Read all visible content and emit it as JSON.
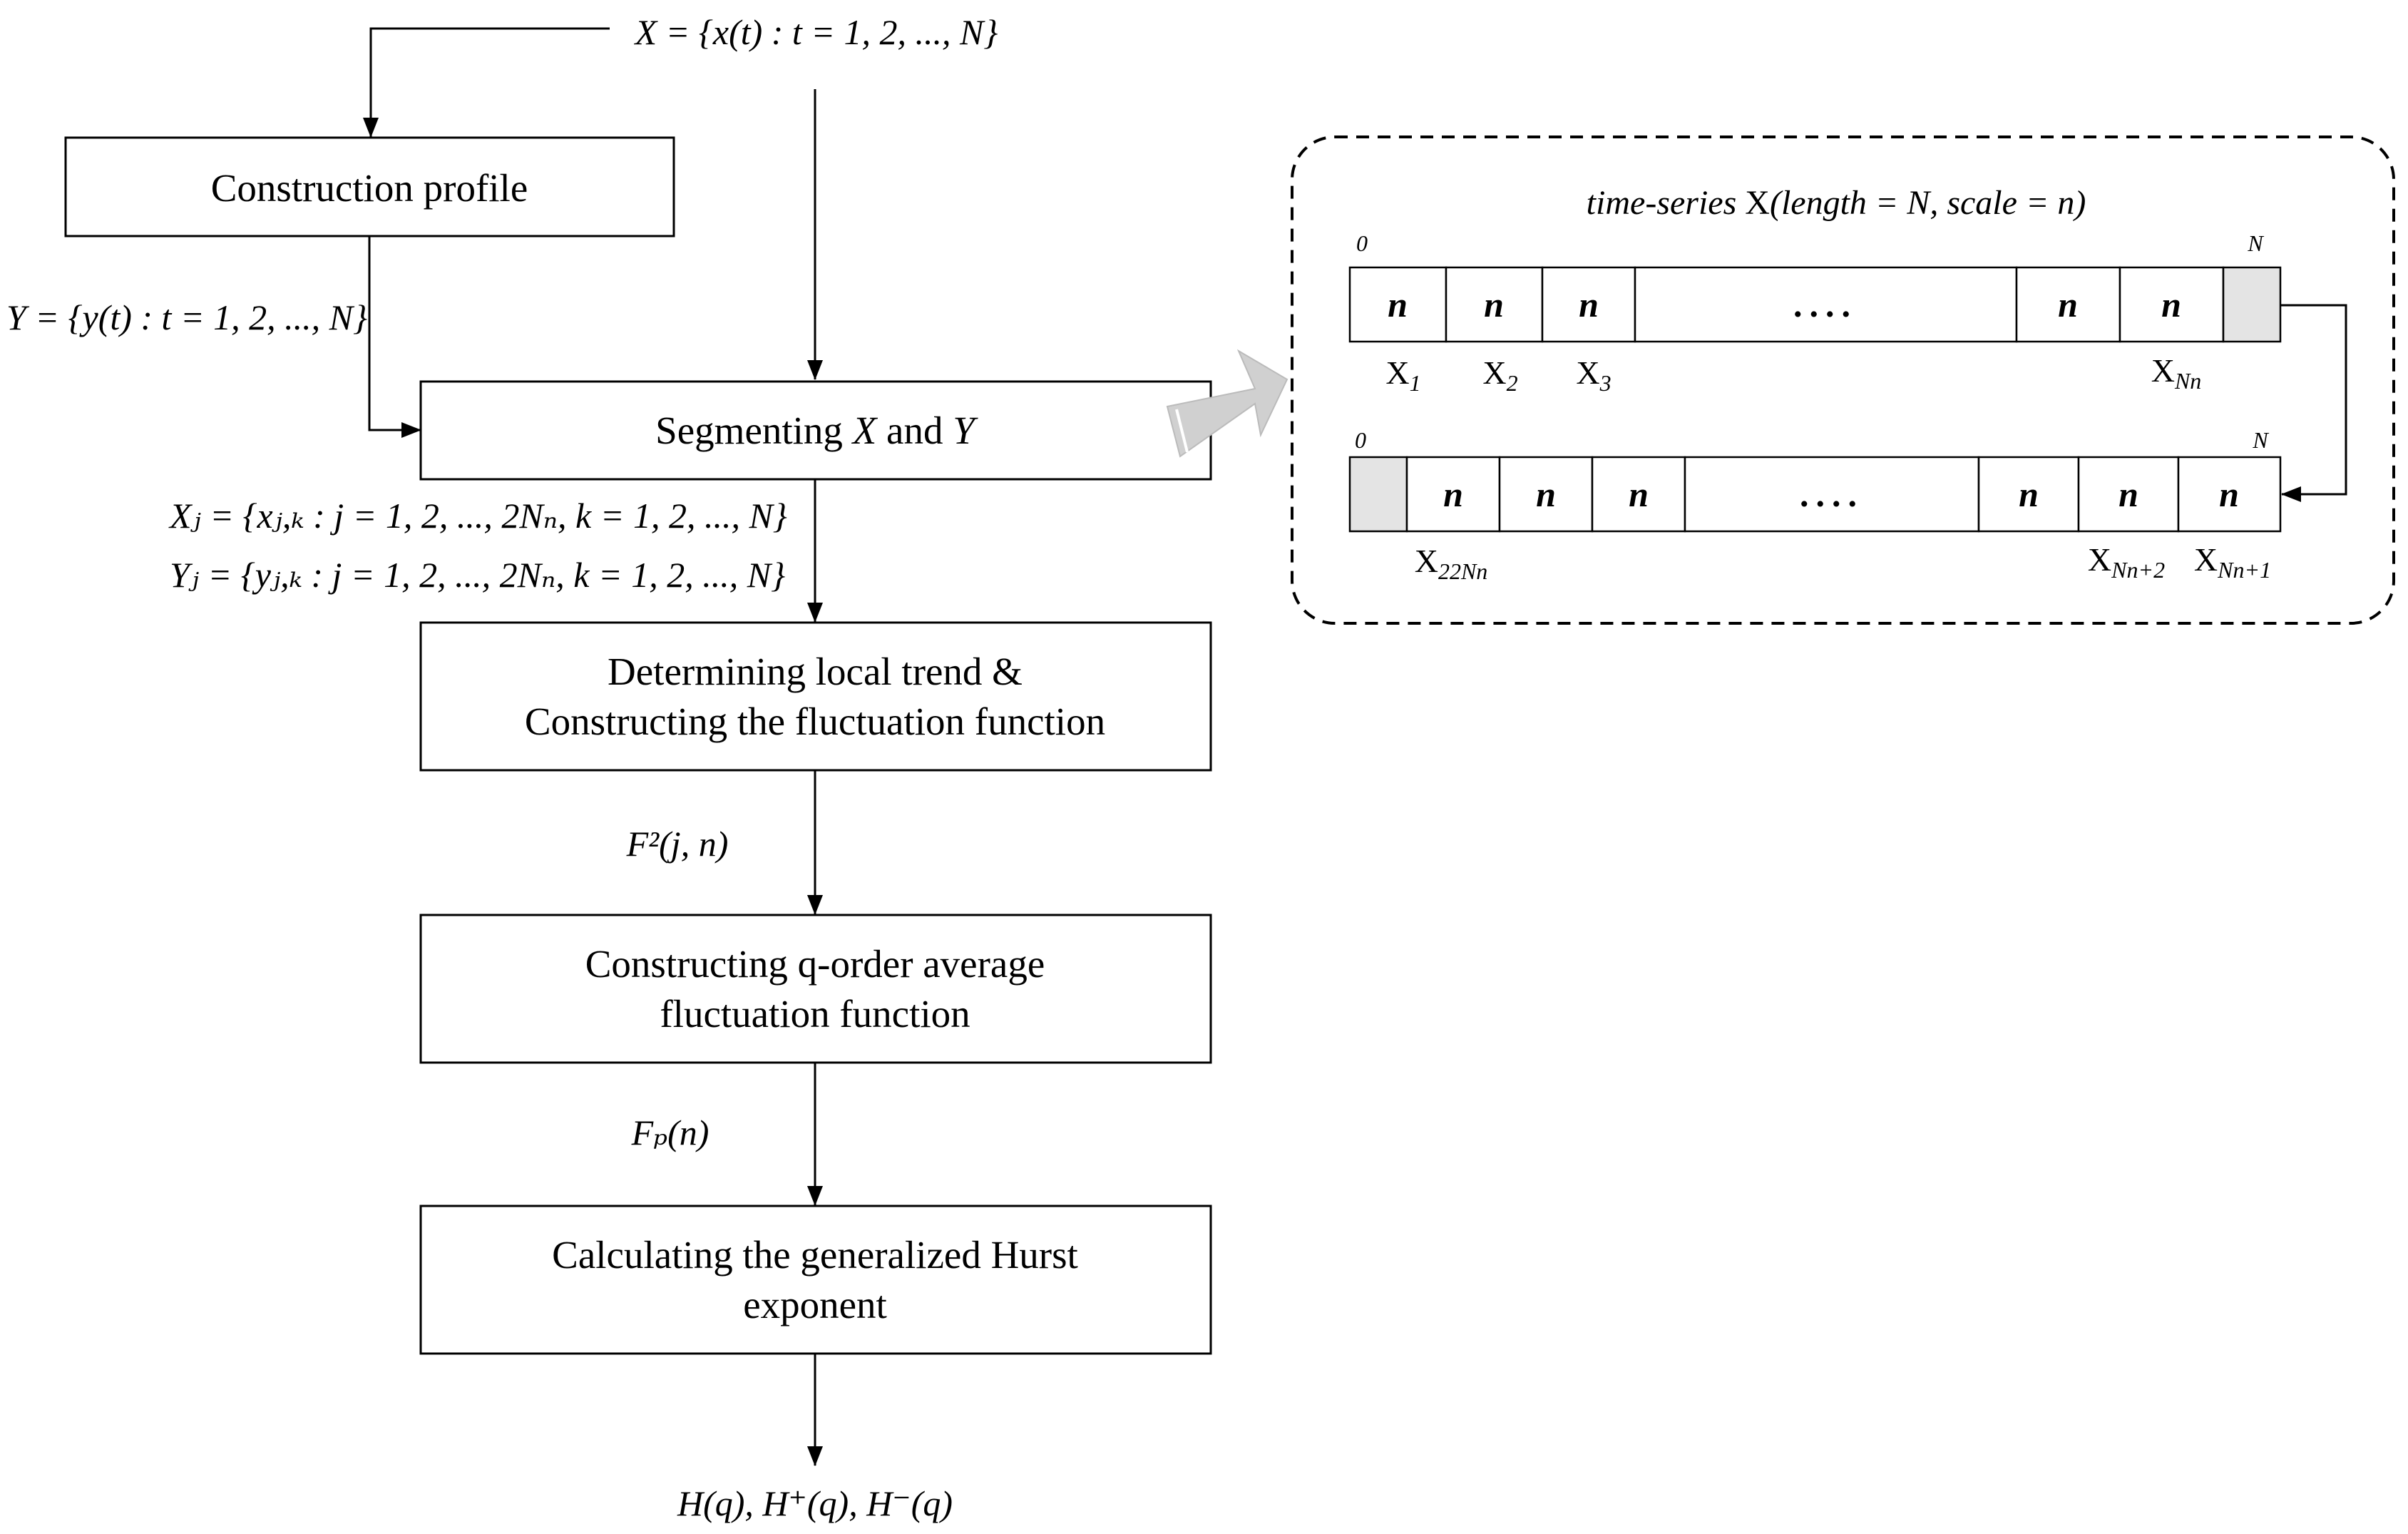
{
  "input_label": "X = {x(t) : t = 1, 2, ..., N}",
  "profile_label": "Y = {y(t) : t = 1, 2, ..., N}",
  "segment_x_label": "Xⱼ = {xⱼ,ₖ : j = 1, 2, ..., 2Nₙ, k = 1, 2, ..., N}",
  "segment_y_label": "Yⱼ = {yⱼ,ₖ : j = 1, 2, ..., 2Nₙ, k = 1, 2, ..., N}",
  "f2_label": "F²(j, n)",
  "fq_label": "Fₚ(n)",
  "output_label": "H(q), H⁺(q), H⁻(q)",
  "boxes": {
    "profile": "Construction profile",
    "segment": [
      "Segmenting ",
      "X",
      " and ",
      "Y"
    ],
    "trend": [
      "Determining local trend &",
      "Constructing the fluctuation function"
    ],
    "average": [
      "Constructing q-order average",
      "fluctuation function"
    ],
    "hurst": [
      "Calculating the generalized Hurst",
      "exponent"
    ]
  },
  "panel": {
    "title": [
      "time-series ",
      "X",
      "(length = N, scale = n)"
    ],
    "start": "0",
    "end": "N",
    "cell": "n",
    "ellipsis": "....",
    "row1_labels": [
      {
        "base": "X",
        "sub": "1"
      },
      {
        "base": "X",
        "sub": "2"
      },
      {
        "base": "X",
        "sub": "3"
      },
      {
        "base": "X",
        "sub": "Nn"
      }
    ],
    "row2_labels": [
      {
        "base": "X",
        "sub": "22Nn"
      },
      {
        "base": "X",
        "sub": "Nn+2"
      },
      {
        "base": "X",
        "sub": "Nn+1"
      }
    ]
  },
  "colors": {
    "remainder_cell": "#e4e4e4",
    "transition_arrow": "#d0d0d0"
  }
}
